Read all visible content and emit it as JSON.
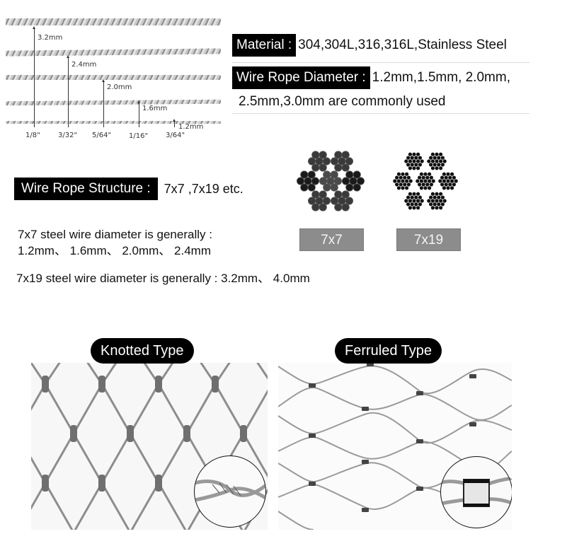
{
  "gauge_diagram": {
    "mm_labels": [
      "3.2mm",
      "2.4mm",
      "2.0mm",
      "1.6mm",
      "1.2mm"
    ],
    "inch_labels": [
      "1/8\"",
      "3/32\"",
      "5/64\"",
      "1/16\"",
      "3/64\""
    ]
  },
  "specs": {
    "material": {
      "label": "Material :",
      "value": "304,304L,316,316L,Stainless Steel"
    },
    "diameter": {
      "label": "Wire Rope Diameter :",
      "value_line1": "1.2mm,1.5mm, 2.0mm,",
      "value_line2": "2.5mm,3.0mm are commonly used"
    },
    "structure": {
      "label": "Wire Rope Structure :",
      "value": "7x7 ,7x19 etc."
    }
  },
  "cross_sections": [
    {
      "name": "7x7",
      "label": "7x7"
    },
    {
      "name": "7x19",
      "label": "7x19"
    }
  ],
  "notes": {
    "n7x7_line1": "7x7 steel wire diameter is generally :",
    "n7x7_line2": "1.2mm、 1.6mm、 2.0mm、 2.4mm",
    "n7x19": "7x19 steel wire diameter is generally : 3.2mm、 4.0mm"
  },
  "mesh_types": [
    {
      "title": "Knotted Type"
    },
    {
      "title": "Ferruled Type"
    }
  ],
  "colors": {
    "tag_bg": "#000000",
    "tag_text": "#ffffff",
    "section_label_bg": "#8c8c8c",
    "divider": "#dcdcdc"
  }
}
